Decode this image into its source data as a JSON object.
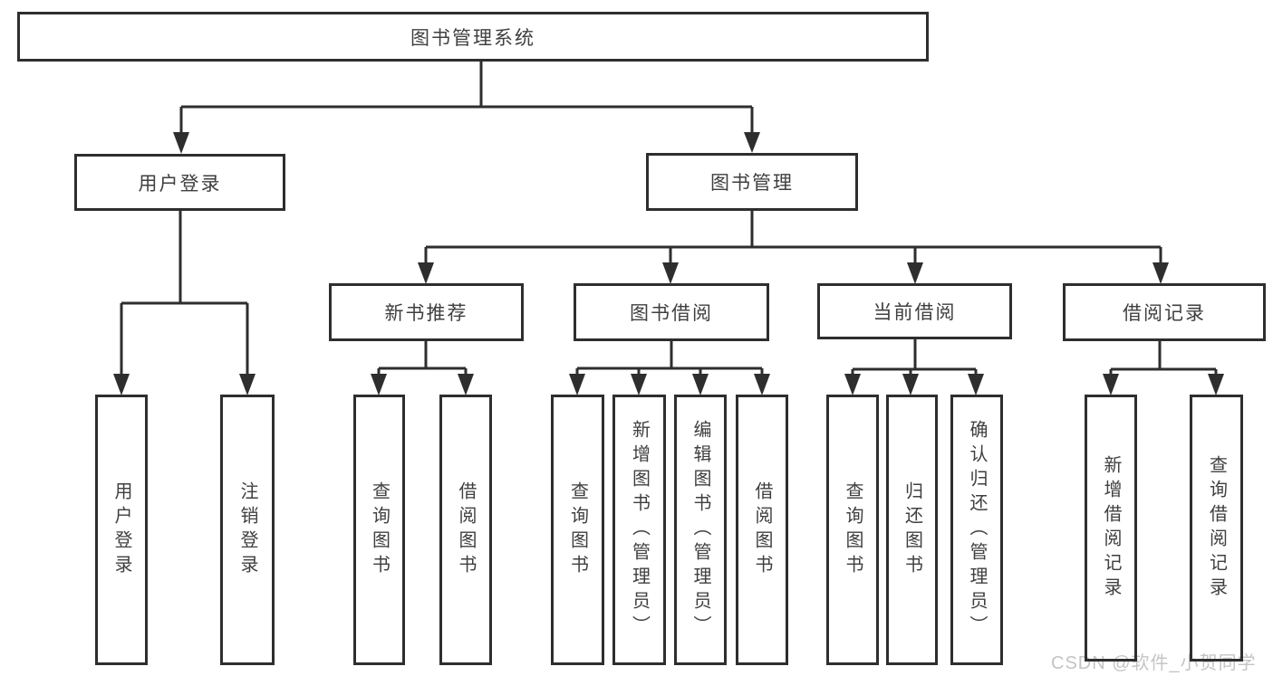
{
  "diagram": {
    "type": "hierarchy-tree",
    "colors": {
      "line": "#2e2e2e",
      "box_border": "#2e2e2e",
      "text": "#3f3f3f",
      "background": "#ffffff",
      "watermark_text": "#c4c4c4"
    },
    "tree": {
      "label": "图书管理系统",
      "children": [
        {
          "label": "用户登录",
          "children": [
            {
              "label": "用户登录"
            },
            {
              "label": "注销登录"
            }
          ]
        },
        {
          "label": "图书管理",
          "children": [
            {
              "label": "新书推荐",
              "children": [
                {
                  "label": "查询图书"
                },
                {
                  "label": "借阅图书"
                }
              ]
            },
            {
              "label": "图书借阅",
              "children": [
                {
                  "label": "查询图书"
                },
                {
                  "label": "新增图书（管理员）"
                },
                {
                  "label": "编辑图书（管理员）"
                },
                {
                  "label": "借阅图书"
                }
              ]
            },
            {
              "label": "当前借阅",
              "children": [
                {
                  "label": "查询图书"
                },
                {
                  "label": "归还图书"
                },
                {
                  "label": "确认归还（管理员）"
                }
              ]
            },
            {
              "label": "借阅记录",
              "children": [
                {
                  "label": "新增借阅记录"
                },
                {
                  "label": "查询借阅记录"
                }
              ]
            }
          ]
        }
      ]
    },
    "watermark": {
      "text": "CSDN @软件_小贺同学"
    }
  }
}
